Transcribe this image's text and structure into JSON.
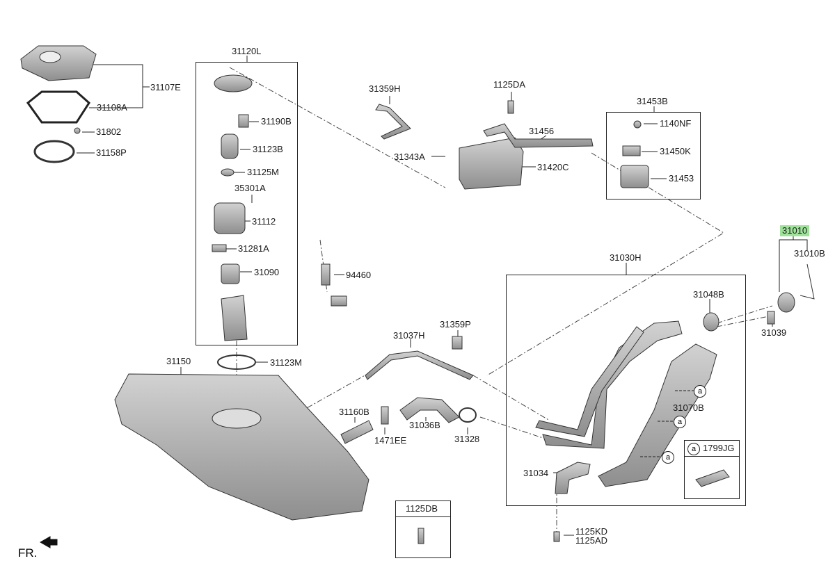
{
  "parts": {
    "p31120L": "31120L",
    "p31107E": "31107E",
    "p31108A": "31108A",
    "p31802": "31802",
    "p31158P": "31158P",
    "p31190B": "31190B",
    "p31123B": "31123B",
    "p31125M": "31125M",
    "p35301A": "35301A",
    "p31112": "31112",
    "p31281A": "31281A",
    "p31090": "31090",
    "p94460": "94460",
    "p31359H": "31359H",
    "p1125DA": "1125DA",
    "p31343A": "31343A",
    "p31420C": "31420C",
    "p31456": "31456",
    "p31453B": "31453B",
    "p1140NF": "1140NF",
    "p31450K": "31450K",
    "p31453": "31453",
    "p31010": "31010",
    "p31010B": "31010B",
    "p31030H": "31030H",
    "p31048B": "31048B",
    "p31039": "31039",
    "p31150": "31150",
    "p31123M": "31123M",
    "p31037H": "31037H",
    "p31359P": "31359P",
    "p31160B": "31160B",
    "p31036B": "31036B",
    "p31328": "31328",
    "p1471EE": "1471EE",
    "p31070B": "31070B",
    "p1799JG": "1799JG",
    "p31034": "31034",
    "p1125DB": "1125DB",
    "p1125KD": "1125KD",
    "p1125AD": "1125AD"
  },
  "callout_letter": "a",
  "fr_label": "FR.",
  "colors": {
    "highlight": "#9fe39b",
    "part_fill": "#b5b5b5",
    "line": "#222222"
  }
}
